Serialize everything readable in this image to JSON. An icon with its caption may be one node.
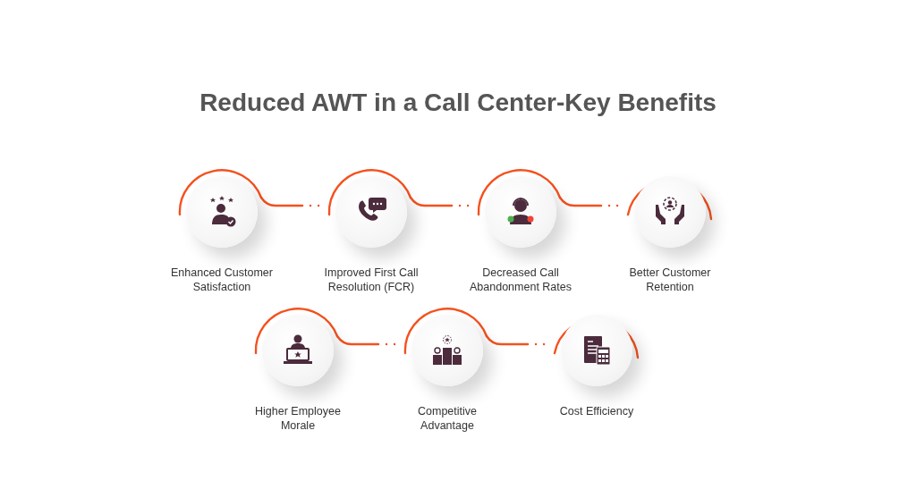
{
  "diagram": {
    "title": "Reduced AWT in a Call Center-Key Benefits",
    "nodes": [
      {
        "text": [
          "Enhanced Customer Satisfaction"
        ]
      },
      {
        "text": [
          "Improved First Call Resolution (FCR)"
        ]
      },
      {
        "text": [
          "Decreased Call Abandonment Rates"
        ]
      },
      {
        "text": [
          "Better Customer Retention"
        ]
      },
      {
        "text": [
          "Higher Employee Morale"
        ]
      },
      {
        "text": [
          "Competitive Advantage"
        ]
      },
      {
        "text": [
          "Cost Efficiency"
        ]
      }
    ],
    "edges": [
      {
        "from": 0,
        "to": 1,
        "arrow": "none"
      },
      {
        "from": 1,
        "to": 2,
        "arrow": "none"
      },
      {
        "from": 2,
        "to": 3,
        "arrow": "none"
      },
      {
        "from": 4,
        "to": 5,
        "arrow": "none"
      },
      {
        "from": 5,
        "to": 6,
        "arrow": "none"
      }
    ]
  }
}
